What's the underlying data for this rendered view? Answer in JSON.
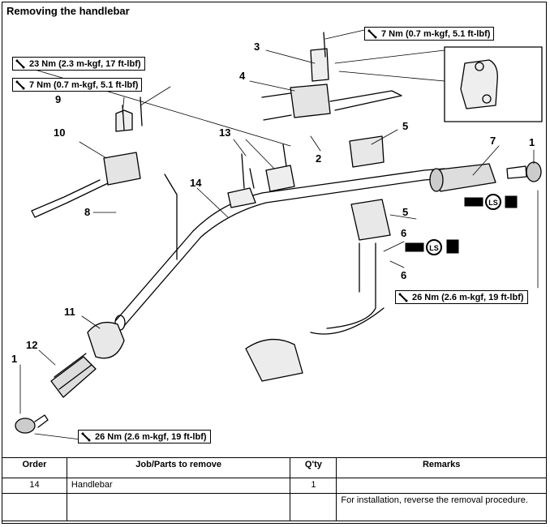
{
  "title": "Removing the handlebar",
  "torques": {
    "t1": "7 Nm (0.7 m-kgf, 5.1 ft-lbf)",
    "t2": "23 Nm (2.3 m-kgf, 17 ft-lbf)",
    "t3": "7 Nm (0.7 m-kgf, 5.1 ft-lbf)",
    "t4": "26 Nm (2.6 m-kgf, 19 ft-lbf)",
    "t5": "26 Nm (2.6 m-kgf, 19 ft-lbf)"
  },
  "callouts": {
    "c1a": "1",
    "c1b": "1",
    "c2": "2",
    "c3": "3",
    "c4": "4",
    "c5a": "5",
    "c5b": "5",
    "c6a": "6",
    "c6b": "6",
    "c7": "7",
    "c8": "8",
    "c9": "9",
    "c10": "10",
    "c11": "11",
    "c12": "12",
    "c13": "13",
    "c14": "14"
  },
  "ls_label": "LS",
  "table": {
    "headers": {
      "order": "Order",
      "job": "Job/Parts to remove",
      "qty": "Q'ty",
      "remarks": "Remarks"
    },
    "rows": [
      {
        "order": "14",
        "job": "Handlebar",
        "qty": "1",
        "remarks": ""
      },
      {
        "order": "",
        "job": "",
        "qty": "",
        "remarks": "For installation, reverse the removal procedure."
      }
    ]
  }
}
